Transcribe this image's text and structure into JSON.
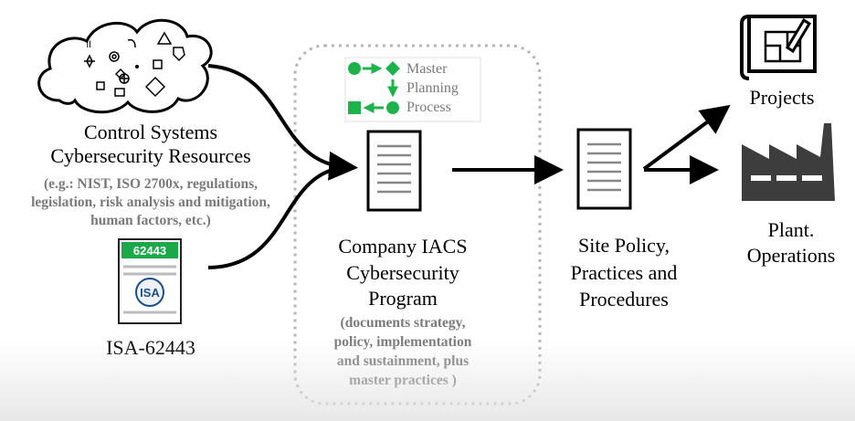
{
  "resources": {
    "title": "Control Systems Cybersecurity Resources",
    "line1": "Control Systems",
    "line2": "Cybersecurity Resources",
    "detail1": "(e.g.: NIST, ISO 2700x, regulations,",
    "detail2": "legislation, risk analysis and mitigation,",
    "detail3": "human factors, etc.)"
  },
  "standard": {
    "badge": "62443",
    "logo": "ISA",
    "label": "ISA-62443"
  },
  "master_planning": {
    "line1": "Master",
    "line2": "Planning",
    "line3": "Process"
  },
  "program": {
    "line1": "Company IACS",
    "line2": "Cybersecurity",
    "line3": "Program",
    "detail1": "(documents strategy,",
    "detail2": "policy,  implementation",
    "detail3": "and sustainment, plus",
    "detail4": "master practices )"
  },
  "site": {
    "line1": "Site Policy,",
    "line2": "Practices and",
    "line3": "Procedures"
  },
  "outputs": {
    "projects": "Projects",
    "plant_line1": "Plant.",
    "plant_line2": "Operations"
  },
  "colors": {
    "accent_green": "#1db24a",
    "isa_blue": "#1a4f8c",
    "dashed_border": "#b5b5b5",
    "factory_gray": "#3d3d3d"
  },
  "icons": [
    "cloud-icon",
    "standard-document-icon",
    "document-icon",
    "blueprint-icon",
    "factory-icon",
    "process-flow-icon"
  ]
}
